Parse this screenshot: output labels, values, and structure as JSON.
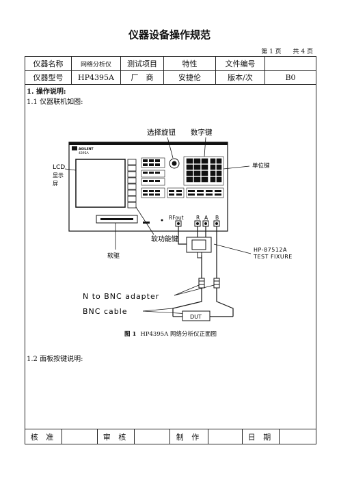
{
  "doc": {
    "title": "仪器设备操作规范",
    "page_label": "第 1 页",
    "total_label": "共 4 页"
  },
  "header_table": {
    "row1": [
      "仪器名称",
      "网络分析仪",
      "测试项目",
      "特性",
      "文件编号",
      ""
    ],
    "row2": [
      "仪器型号",
      "HP4395A",
      "厂　商",
      "安捷伦",
      "版本/次",
      "B0"
    ]
  },
  "content": {
    "section_title": "1. 操作说明:",
    "s1_1": "1.1 仪器联机如图:",
    "s1_2": "1.2 面板按键说明:",
    "figure": {
      "label_knob": "选择旋钮",
      "label_numkeys": "数字键",
      "label_lcd": "LCD",
      "label_screen1": "显示",
      "label_screen2": "屏",
      "label_unitkeys": "单位键",
      "label_softkeys": "软功能键",
      "label_floppy": "软驱",
      "label_brand1": "AGILENT",
      "label_brand2": "4395A",
      "label_rfout": "RFout",
      "label_r": "R",
      "label_a": "A",
      "label_b": "B",
      "label_fixture1": "HP-87512A",
      "label_fixture2": "TEST FIXURE",
      "label_adapter": "N to BNC adapter",
      "label_cable": "BNC cable",
      "label_dut": "DUT"
    },
    "caption_num": "图 1",
    "caption_text": "HP4395A 网络分析仪正面图"
  },
  "footer": [
    "核 准",
    "",
    "审 核",
    "",
    "制 作",
    "",
    "日 期",
    ""
  ]
}
